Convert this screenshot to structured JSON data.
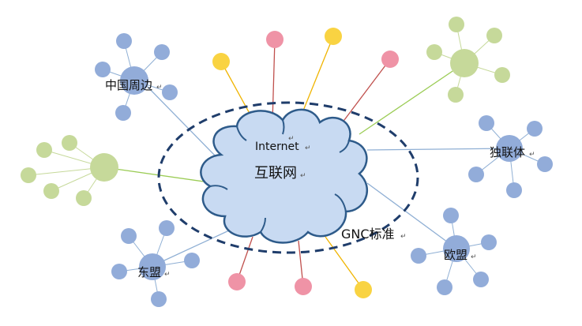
{
  "center": {
    "label_en": "Internet",
    "label_cn": "互联网"
  },
  "standard_label": "GNC标准",
  "hubs": {
    "china": {
      "label": "中国周边"
    },
    "cis": {
      "label": "独联体"
    },
    "asean": {
      "label": "东盟"
    },
    "eu": {
      "label": "欧盟"
    }
  },
  "paragraph_mark": "↵",
  "colors": {
    "cloud_fill": "#c8daf2",
    "cloud_stroke": "#2e5b8a",
    "ellipse_dash": "#1f3d6b",
    "blue_node": "#92acd9",
    "green_node": "#c6d99a",
    "pink_node": "#ef93a6",
    "yellow_node": "#f9d342",
    "blue_line": "#8fafd4",
    "green_line": "#9bcc55",
    "red_line": "#c0504d",
    "yellow_line": "#f0b400"
  }
}
